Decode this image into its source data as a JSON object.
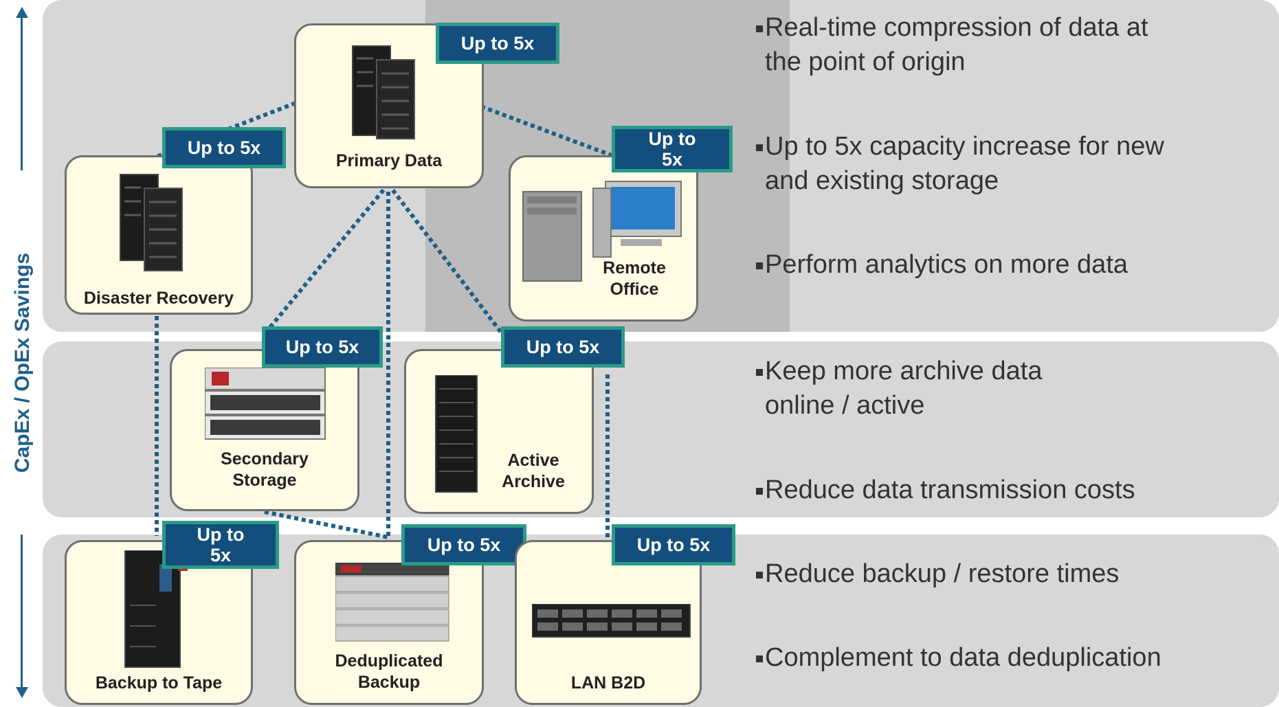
{
  "axis": {
    "label": "CapEx / OpEx Savings"
  },
  "nodes": {
    "primary": {
      "label": "Primary Data",
      "badge": "Up to 5x"
    },
    "disaster": {
      "label": "Disaster Recovery",
      "badge": "Up to 5x"
    },
    "remote": {
      "label_line1": "Remote",
      "label_line2": "Office",
      "badge_line1": "Up to",
      "badge_line2": "5x"
    },
    "secondary": {
      "label_line1": "Secondary",
      "label_line2": "Storage",
      "badge": "Up to 5x"
    },
    "archive": {
      "label_line1": "Active",
      "label_line2": "Archive",
      "badge": "Up to 5x"
    },
    "tape": {
      "label": "Backup to Tape",
      "badge_line1": "Up to",
      "badge_line2": "5x"
    },
    "dedup": {
      "label_line1": "Deduplicated",
      "label_line2": "Backup",
      "badge": "Up to 5x"
    },
    "lan": {
      "label": "LAN B2D",
      "badge": "Up to 5x"
    }
  },
  "bullets": {
    "top": [
      {
        "line1": "Real-time compression of data at",
        "line2": "the point of origin"
      },
      {
        "line1": "Up to 5x capacity increase for new",
        "line2": "and existing storage"
      },
      {
        "line1": "Perform analytics on more data",
        "line2": ""
      }
    ],
    "middle": [
      {
        "line1": "Keep more archive data",
        "line2": "online / active"
      },
      {
        "line1": "Reduce data transmission costs",
        "line2": ""
      }
    ],
    "bottom": [
      {
        "line1": "Reduce backup / restore times",
        "line2": ""
      },
      {
        "line1": "Complement to data deduplication",
        "line2": ""
      }
    ]
  },
  "colors": {
    "badge_fill": "#134e7c",
    "badge_border": "#2a9a88",
    "link": "#1f5f8a",
    "node_fill": "#fffbe4"
  }
}
